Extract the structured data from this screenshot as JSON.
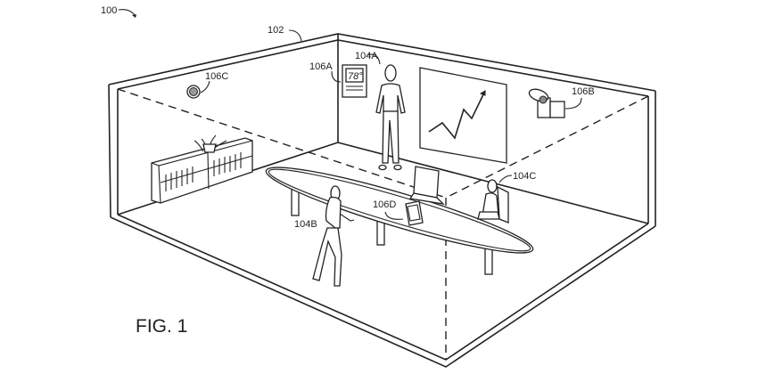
{
  "figure": {
    "title": "FIG. 1",
    "labels": {
      "system": "100",
      "room": "102",
      "person_a": "104A",
      "person_b": "104B",
      "person_c": "104C",
      "thermostat": "106A",
      "camera": "106B",
      "sensor": "106C",
      "tablet": "106D"
    },
    "thermostat_reading": "78°"
  }
}
